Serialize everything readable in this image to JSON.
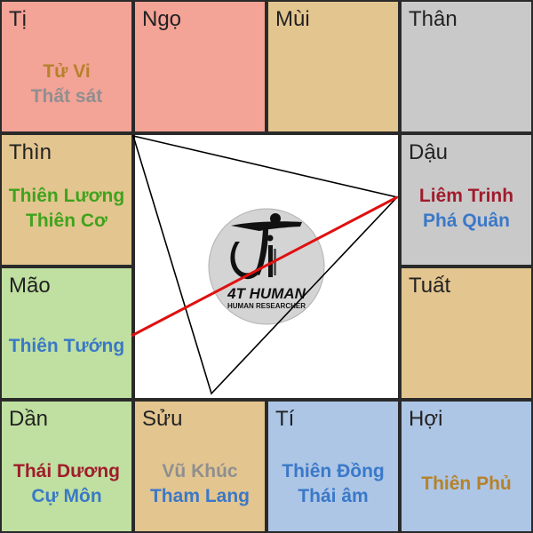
{
  "palaces": [
    {
      "id": "ti-top",
      "name": "Tị",
      "color": "#f4a397",
      "stars": [
        {
          "text": "Tử Vi",
          "color": "#b5822a"
        },
        {
          "text": "Thất sát",
          "color": "#8f8f8f"
        }
      ]
    },
    {
      "id": "ngo",
      "name": "Ngọ",
      "color": "#f4a397",
      "stars": []
    },
    {
      "id": "mui",
      "name": "Mùi",
      "color": "#e3c58f",
      "stars": []
    },
    {
      "id": "than",
      "name": "Thân",
      "color": "#c9c9c9",
      "stars": []
    },
    {
      "id": "thin",
      "name": "Thìn",
      "color": "#e3c58f",
      "stars": [
        {
          "text": "Thiên Lương",
          "color": "#3fa31d"
        },
        {
          "text": "Thiên Cơ",
          "color": "#3fa31d"
        }
      ]
    },
    {
      "id": "dau",
      "name": "Dậu",
      "color": "#c9c9c9",
      "stars": [
        {
          "text": "Liêm Trinh",
          "color": "#a01c2c"
        },
        {
          "text": "Phá Quân",
          "color": "#3a78c8"
        }
      ]
    },
    {
      "id": "mao",
      "name": "Mão",
      "color": "#bfe0a0",
      "stars": [
        {
          "text": "Thiên Tướng",
          "color": "#3a78c8"
        }
      ]
    },
    {
      "id": "tuat",
      "name": "Tuất",
      "color": "#e3c58f",
      "stars": []
    },
    {
      "id": "dan",
      "name": "Dần",
      "color": "#bfe0a0",
      "stars": [
        {
          "text": "Thái Dương",
          "color": "#a01c2c"
        },
        {
          "text": "Cự Môn",
          "color": "#3a78c8"
        }
      ]
    },
    {
      "id": "suu",
      "name": "Sửu",
      "color": "#e3c58f",
      "stars": [
        {
          "text": "Vũ Khúc",
          "color": "#8f8f8f"
        },
        {
          "text": "Tham Lang",
          "color": "#3a78c8"
        }
      ]
    },
    {
      "id": "ti-bottom",
      "name": "Tí",
      "color": "#adc6e6",
      "stars": [
        {
          "text": "Thiên Đồng",
          "color": "#3a78c8"
        },
        {
          "text": "Thái âm",
          "color": "#3a78c8"
        }
      ]
    },
    {
      "id": "hoi",
      "name": "Hợi",
      "color": "#adc6e6",
      "stars": [
        {
          "text": "Thiên Phủ",
          "color": "#b5822a"
        }
      ]
    }
  ],
  "logo": {
    "brand": "4T HUMAN",
    "tagline": "HUMAN RESEARCHER"
  },
  "colors": {
    "border": "#2a2a2a",
    "triangle": "#000000",
    "red_line": "#e01010",
    "logo_circle": "#d4d4d4"
  }
}
